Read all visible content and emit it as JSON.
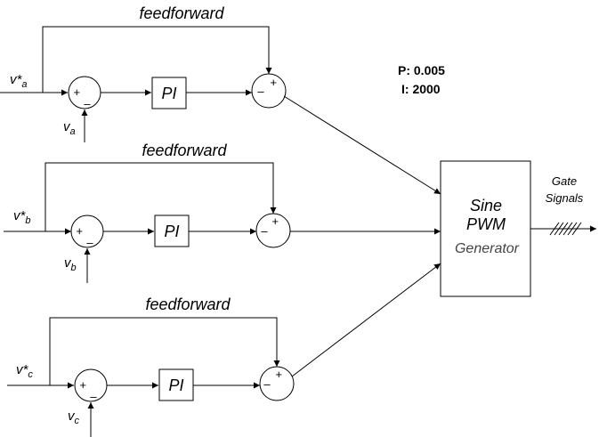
{
  "diagram": {
    "channels": [
      {
        "feedforward_label": "feedforward",
        "reference_symbol": "v*",
        "reference_subscript": "a",
        "feedback_symbol": "v",
        "feedback_subscript": "a",
        "controller_label": "PI",
        "sum1_plus": "+",
        "sum1_minus": "–",
        "sum2_plus": "+",
        "sum2_minus": "–"
      },
      {
        "feedforward_label": "feedforward",
        "reference_symbol": "v*",
        "reference_subscript": "b",
        "feedback_symbol": "v",
        "feedback_subscript": "b",
        "controller_label": "PI",
        "sum1_plus": "+",
        "sum1_minus": "–",
        "sum2_plus": "+",
        "sum2_minus": "–"
      },
      {
        "feedforward_label": "feedforward",
        "reference_symbol": "v*",
        "reference_subscript": "c",
        "feedback_symbol": "v",
        "feedback_subscript": "c",
        "controller_label": "PI",
        "sum1_plus": "+",
        "sum1_minus": "–",
        "sum2_plus": "+",
        "sum2_minus": "–"
      }
    ],
    "gains": {
      "p_text": "P: 0.005",
      "i_text": "I: 2000"
    },
    "generator": {
      "line1": "Sine",
      "line2": "PWM",
      "line3": "Generator"
    },
    "output": {
      "line1": "Gate",
      "line2": "Signals"
    }
  }
}
